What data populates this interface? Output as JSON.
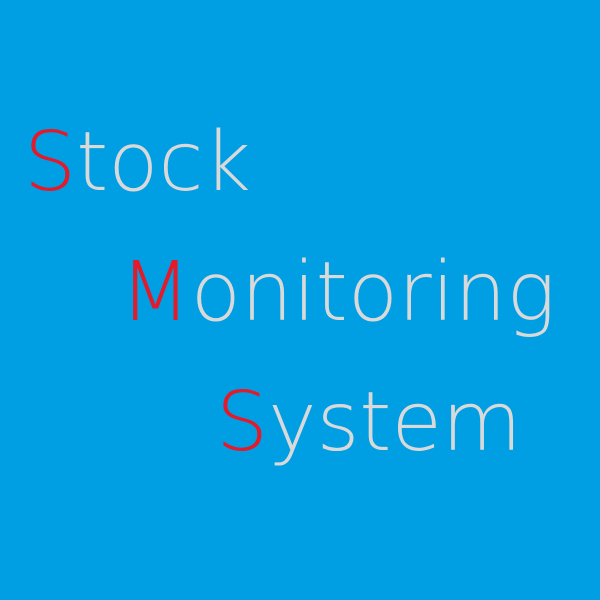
{
  "app": {
    "background_color": "#009fe3",
    "text_color": "#d9d9d9",
    "accent_color": "#e4192a"
  },
  "title_words": [
    {
      "initial": "S",
      "rest": "tock"
    },
    {
      "initial": "M",
      "rest": "onitoring"
    },
    {
      "initial": "S",
      "rest": "ystem"
    }
  ]
}
